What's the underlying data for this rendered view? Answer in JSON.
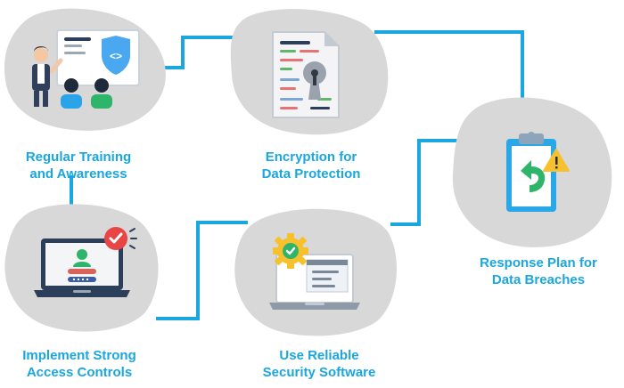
{
  "colors": {
    "accent": "#1aa6de",
    "blob": "#d8d8d8",
    "alert_red": "#e84545",
    "check_green": "#2ebd6e",
    "warning_yellow": "#f6c12c"
  },
  "steps": [
    {
      "label": "Regular Training\nand Awareness",
      "icon": "training-presentation-icon"
    },
    {
      "label": "Encryption for\nData Protection",
      "icon": "encrypted-document-icon"
    },
    {
      "label": "Response Plan for\nData Breaches",
      "icon": "response-clipboard-icon"
    },
    {
      "label": "Implement Strong\nAccess Controls",
      "icon": "secure-login-laptop-icon"
    },
    {
      "label": "Use Reliable\nSecurity Software",
      "icon": "security-software-laptop-icon"
    }
  ]
}
